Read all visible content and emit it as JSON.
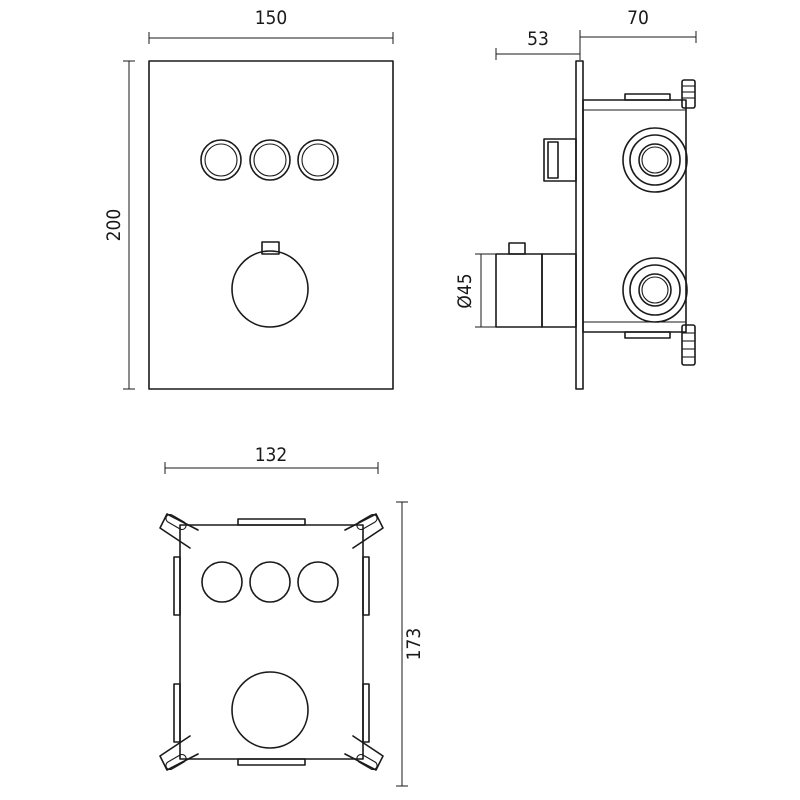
{
  "dimensions": {
    "front_width": "150",
    "front_height": "200",
    "side_depth_front": "53",
    "side_depth_back": "70",
    "knob_diameter": "Ø45",
    "box_width": "132",
    "box_height": "173"
  },
  "colors": {
    "line": "#1a1a1a",
    "background": "#ffffff"
  }
}
